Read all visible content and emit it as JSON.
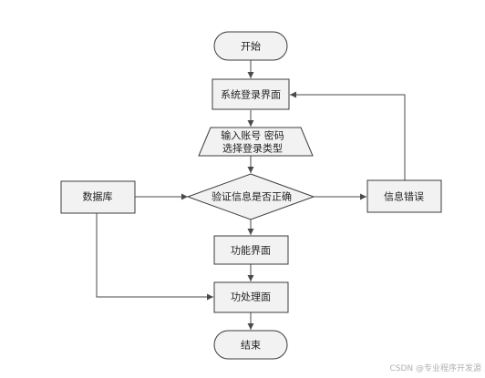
{
  "nodes": {
    "start": "开始",
    "login_screen": "系统登录界面",
    "input_line1": "输入账号 密码",
    "input_line2": "选择登录类型",
    "validate": "验证信息是否正确",
    "database": "数据库",
    "error": "信息错误",
    "feature_screen": "功能界面",
    "process_screen": "功处理面",
    "end": "结束"
  },
  "watermark": "CSDN @专业程序开发源",
  "colors": {
    "fill": "#f2f2f2",
    "stroke": "#3c3c3c",
    "edge": "#4a4a4a"
  }
}
